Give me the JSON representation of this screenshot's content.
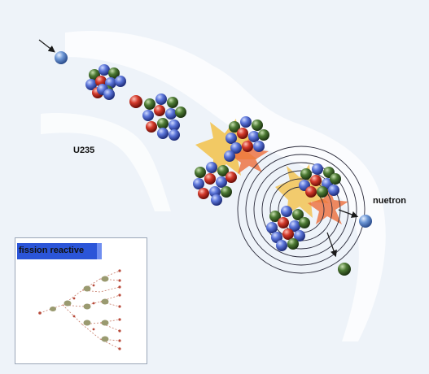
{
  "labels": {
    "u235": "U235",
    "neutron": "nuetron",
    "inset_title": "fission reactive"
  },
  "colors": {
    "background": "#eef3f9",
    "blue_nucleon": "#4a63c8",
    "red_nucleon": "#c42a1e",
    "green_nucleon": "#3f6b2c",
    "free_neutron": "#5a86c8",
    "energy_burst": "#f2c14a",
    "inset_banner": "#2b55d8"
  },
  "icons": [
    "arrow-icon",
    "nucleus-icon",
    "neutron-icon",
    "energy-burst-icon",
    "shockwave-rings-icon",
    "chain-reaction-icon"
  ]
}
